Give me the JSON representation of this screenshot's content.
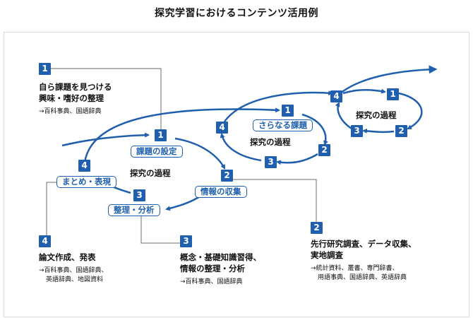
{
  "title": "探究学習におけるコンテンツ活用例",
  "main_cycle": {
    "center_label": "探究の過程",
    "steps": [
      {
        "num": "1",
        "label": "課題の設定"
      },
      {
        "num": "2",
        "label": "情報の収集"
      },
      {
        "num": "3",
        "label": "整理・分析"
      },
      {
        "num": "4",
        "label": "まとめ・表現"
      }
    ]
  },
  "second_cycle": {
    "center_label": "探究の過程",
    "label_1": "さらなる課題",
    "nums": [
      "1",
      "2",
      "3",
      "4"
    ]
  },
  "third_cycle": {
    "center_label": "探究の過程",
    "nums": [
      "1",
      "2",
      "3",
      "4"
    ]
  },
  "notes": [
    {
      "num": "1",
      "lines": [
        "自ら課題を見つける",
        "興味・嗜好の整理"
      ],
      "refs": [
        "→百科事典、国語辞典"
      ]
    },
    {
      "num": "2",
      "lines": [
        "先行研究調査、データ収集、",
        "実地調査"
      ],
      "refs": [
        "→統計資料、叢書、専門辞書、",
        "用語事典、国語辞典、英語辞典"
      ]
    },
    {
      "num": "3",
      "lines": [
        "概念・基礎知識習得、",
        "情報の整理・分析"
      ],
      "refs": [
        "→百科事典、国語辞典"
      ]
    },
    {
      "num": "4",
      "lines": [
        "論文作成、発表"
      ],
      "refs": [
        "→百科事典、国語辞典、",
        "英語辞典、地図資料"
      ]
    }
  ],
  "colors": {
    "accent": "#1f5fad",
    "connector": "#6e6e6e",
    "border": "#dcdcdc"
  }
}
